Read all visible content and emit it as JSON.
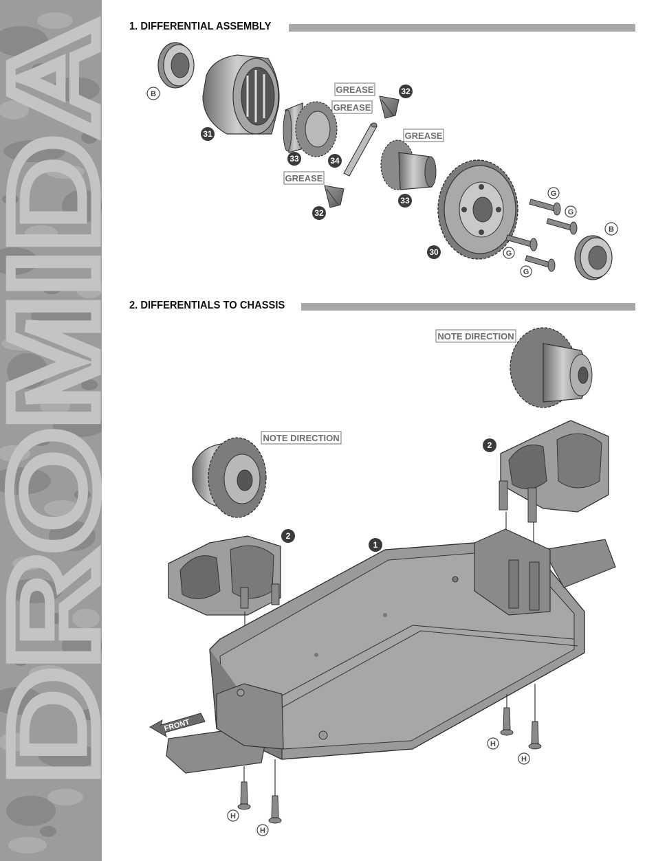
{
  "sidebar": {
    "brand_text": "DROMIDA"
  },
  "sections": [
    {
      "title": "1. DIFFERENTIAL ASSEMBLY"
    },
    {
      "title": "2. DIFFERENTIALS TO CHASSIS"
    }
  ],
  "step1": {
    "grease_label": "GREASE",
    "callouts": [
      "B",
      "31",
      "33",
      "34",
      "32",
      "32",
      "33",
      "30",
      "G",
      "G",
      "G",
      "G",
      "B"
    ]
  },
  "step2": {
    "note_label": "NOTE DIRECTION",
    "front_label": "FRONT",
    "callouts": [
      "2",
      "2",
      "1",
      "H",
      "H",
      "H",
      "H"
    ]
  },
  "colors": {
    "sidebar": "#9a9a9a",
    "title_bar": "#a8a8a8",
    "callout_fill": "#3a3a3a",
    "label_text": "#6e6e6e"
  }
}
